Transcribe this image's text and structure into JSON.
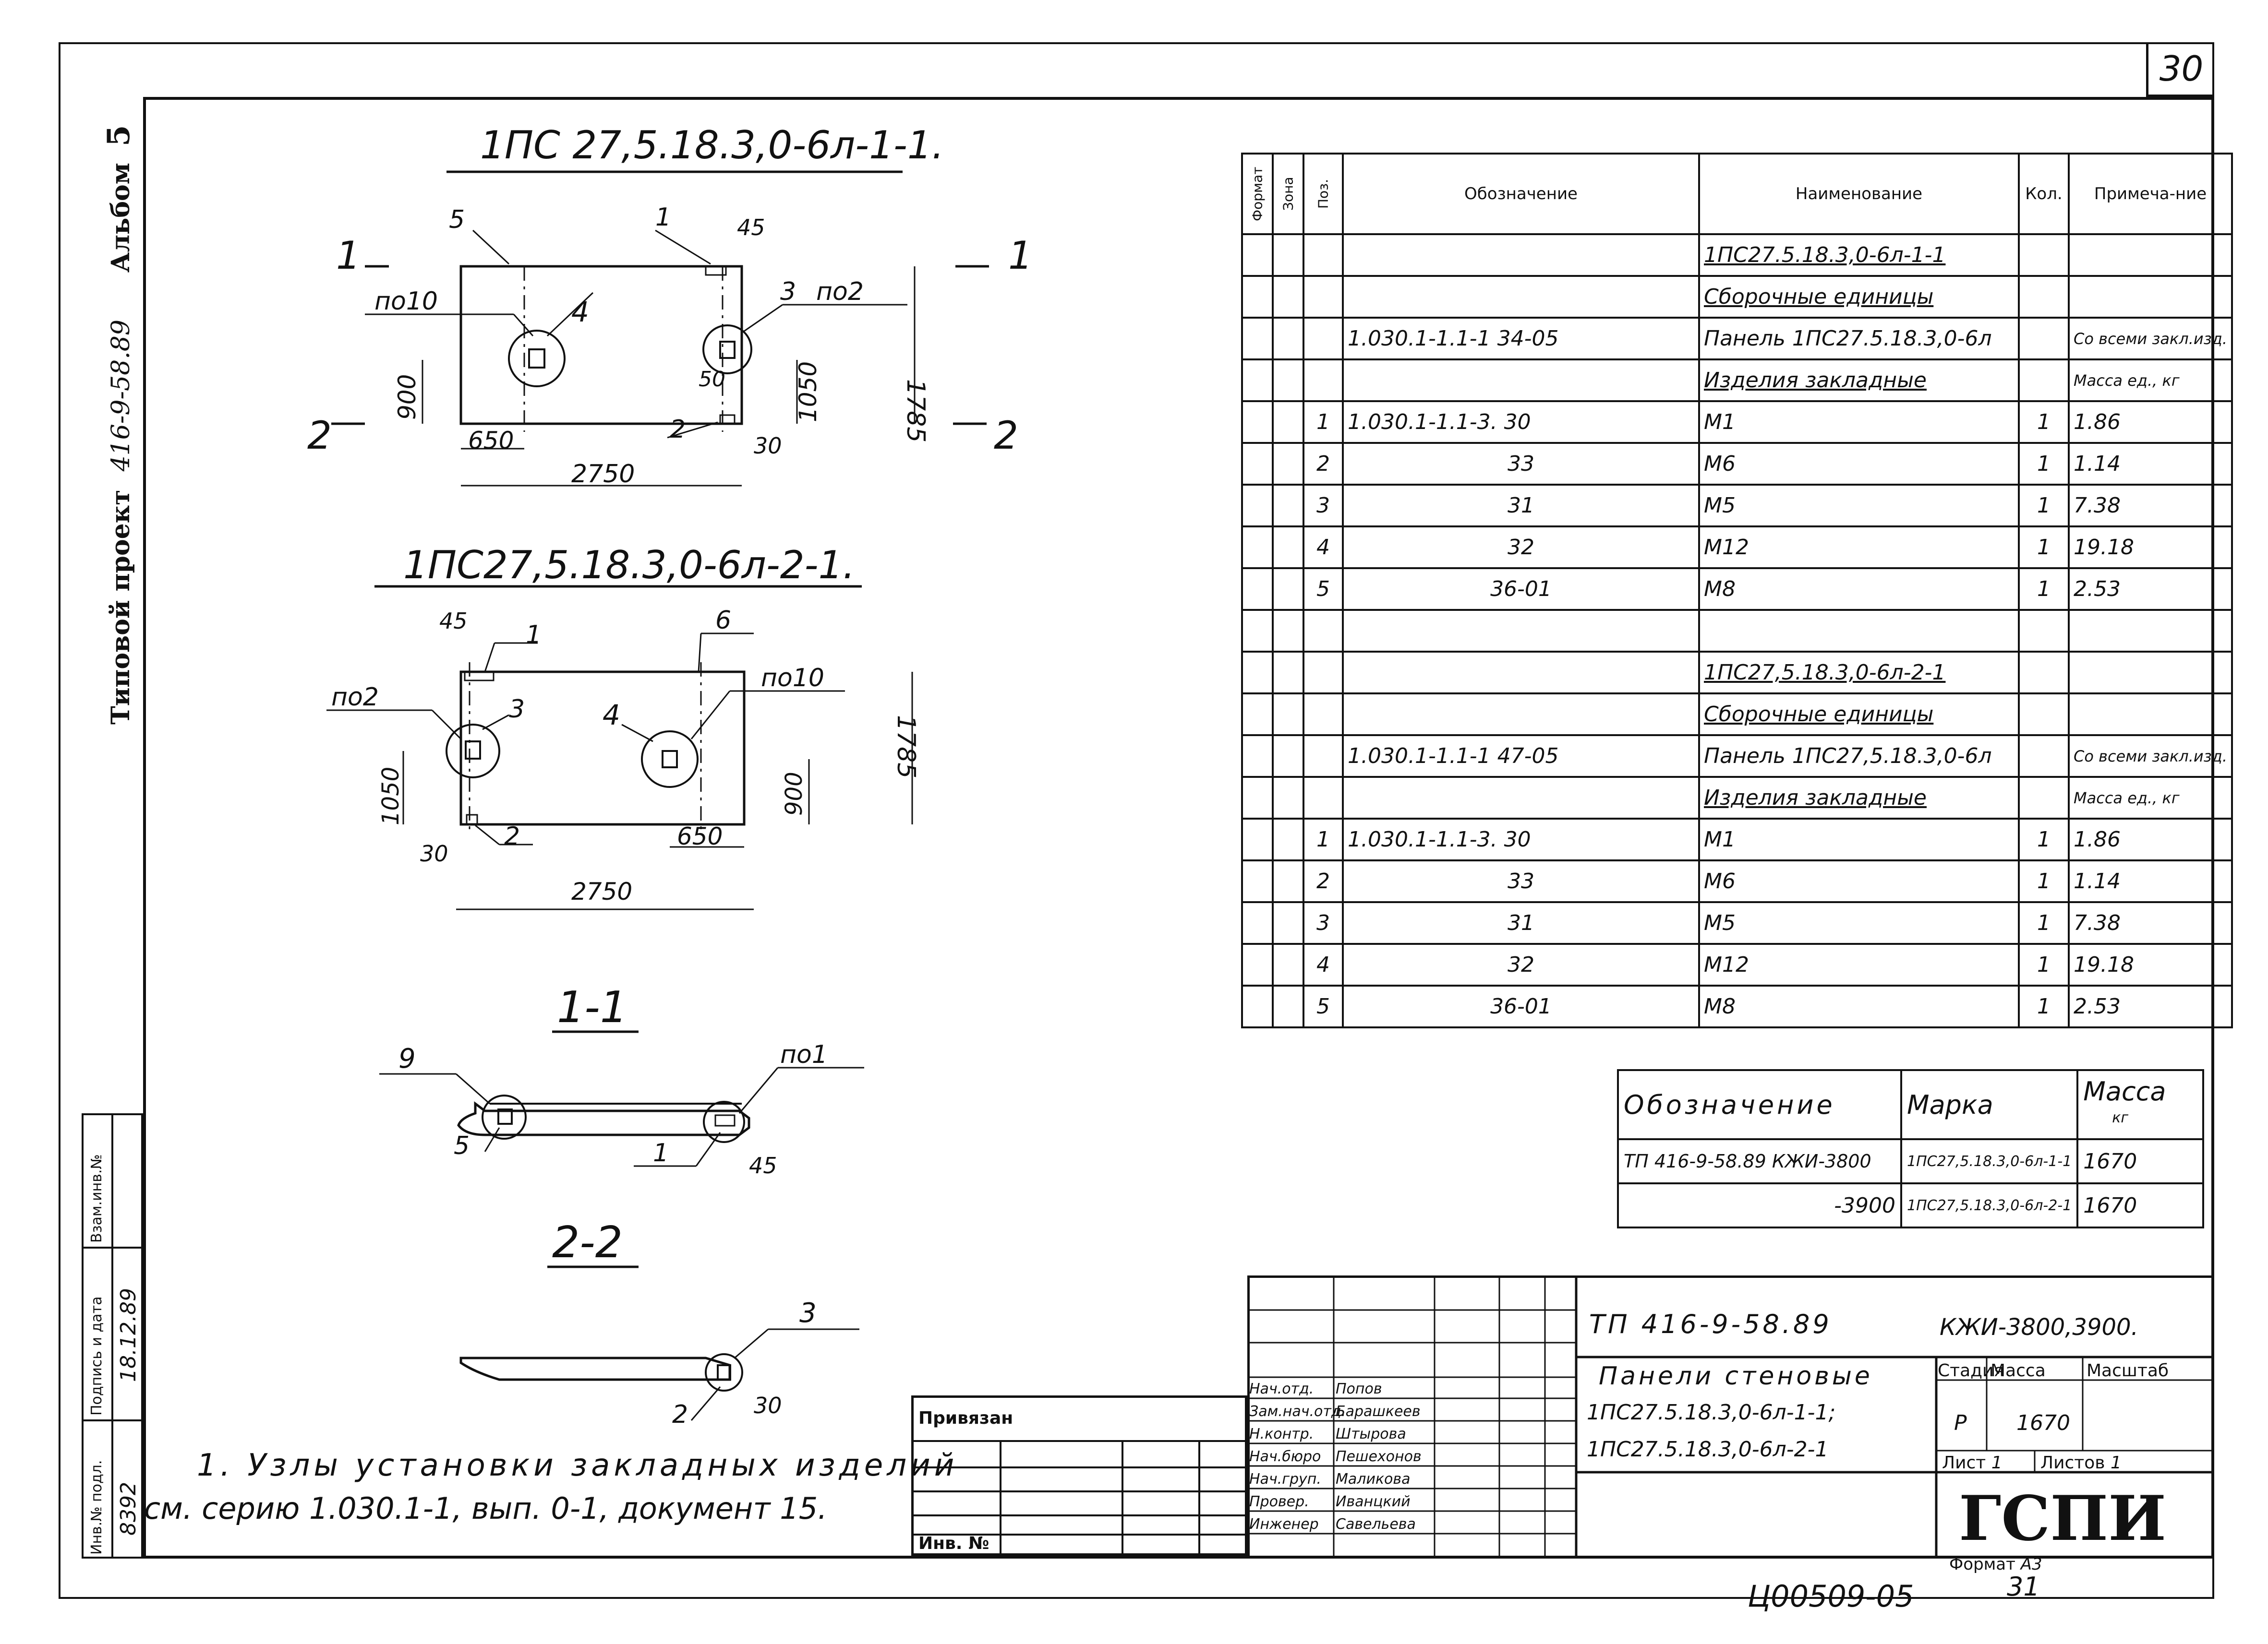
{
  "sheet_number": "30",
  "album": {
    "project_label": "Типовой проект",
    "project_code": "416-9-58.89",
    "album_label": "Альбом",
    "album_number": "5"
  },
  "views": {
    "view1_title": "1ПС 27,5.18.3,0-6л-1-1.",
    "view2_title": "1ПС27,5.18.3,0-6л-2-1.",
    "section1_title": "1-1",
    "section2_title": "2-2",
    "view1": {
      "section_marks": [
        "1",
        "1",
        "2",
        "2"
      ],
      "leaders": [
        "5",
        "1",
        "45",
        "по10",
        "4",
        "3",
        "по2",
        "50",
        "2",
        "30"
      ],
      "dims": [
        "900",
        "650",
        "2750",
        "1050",
        "1785"
      ]
    },
    "view2": {
      "leaders": [
        "45",
        "1",
        "6",
        "по2",
        "3",
        "4",
        "по10",
        "2",
        "30"
      ],
      "dims": [
        "1050",
        "900",
        "650",
        "2750",
        "1785"
      ]
    },
    "sec1": {
      "leaders": [
        "9",
        "по1",
        "5",
        "1",
        "45"
      ]
    },
    "sec2": {
      "leaders": [
        "3",
        "2",
        "30"
      ]
    }
  },
  "spec_table": {
    "headers": {
      "format": "Формат",
      "zone": "Зона",
      "pos": "Поз.",
      "designation": "Обозначение",
      "name": "Наименование",
      "qty": "Кол.",
      "note": "Примеча-ние"
    },
    "rows": [
      {
        "pos": "",
        "designation": "",
        "name": "1ПС27.5.18.3,0-6л-1-1",
        "qty": "",
        "note": "",
        "name_ul": true
      },
      {
        "pos": "",
        "designation": "",
        "name": "Сборочные единицы",
        "qty": "",
        "note": "",
        "name_ul": true
      },
      {
        "pos": "",
        "designation": "1.030.1-1.1-1 34-05",
        "name": "Панель 1ПС27.5.18.3,0-6л",
        "qty": "",
        "note": "Со всеми закл.изд."
      },
      {
        "pos": "",
        "designation": "",
        "name": "Изделия закладные",
        "qty": "",
        "note": "Масса ед., кг",
        "name_ul": true
      },
      {
        "pos": "1",
        "designation": "1.030.1-1.1-3. 30",
        "name": "М1",
        "qty": "1",
        "note": "1.86"
      },
      {
        "pos": "2",
        "designation": "33",
        "name": "М6",
        "qty": "1",
        "note": "1.14",
        "des_center": true
      },
      {
        "pos": "3",
        "designation": "31",
        "name": "М5",
        "qty": "1",
        "note": "7.38",
        "des_center": true
      },
      {
        "pos": "4",
        "designation": "32",
        "name": "М12",
        "qty": "1",
        "note": "19.18",
        "des_center": true
      },
      {
        "pos": "5",
        "designation": "36-01",
        "name": "М8",
        "qty": "1",
        "note": "2.53",
        "des_center": true
      },
      {
        "pos": "",
        "designation": "",
        "name": "",
        "qty": "",
        "note": ""
      },
      {
        "pos": "",
        "designation": "",
        "name": "1ПС27,5.18.3,0-6л-2-1",
        "qty": "",
        "note": "",
        "name_ul": true
      },
      {
        "pos": "",
        "designation": "",
        "name": "Сборочные единицы",
        "qty": "",
        "note": "",
        "name_ul": true
      },
      {
        "pos": "",
        "designation": "1.030.1-1.1-1 47-05",
        "name": "Панель 1ПС27,5.18.3,0-6л",
        "qty": "",
        "note": "Со всеми закл.изд."
      },
      {
        "pos": "",
        "designation": "",
        "name": "Изделия закладные",
        "qty": "",
        "note": "Масса ед., кг",
        "name_ul": true
      },
      {
        "pos": "1",
        "designation": "1.030.1-1.1-3. 30",
        "name": "М1",
        "qty": "1",
        "note": "1.86"
      },
      {
        "pos": "2",
        "designation": "33",
        "name": "М6",
        "qty": "1",
        "note": "1.14",
        "des_center": true
      },
      {
        "pos": "3",
        "designation": "31",
        "name": "М5",
        "qty": "1",
        "note": "7.38",
        "des_center": true
      },
      {
        "pos": "4",
        "designation": "32",
        "name": "М12",
        "qty": "1",
        "note": "19.18",
        "des_center": true
      },
      {
        "pos": "5",
        "designation": "36-01",
        "name": "М8",
        "qty": "1",
        "note": "2.53",
        "des_center": true
      }
    ]
  },
  "mark_table": {
    "headers": {
      "designation": "Обозначение",
      "mark": "Марка",
      "mass": "Масса",
      "mass_unit": "кг"
    },
    "rows": [
      {
        "designation": "ТП 416-9-58.89 КЖИ-3800",
        "mark": "1ПС27,5.18.3,0-6л-1-1",
        "mass": "1670"
      },
      {
        "designation": "-3900",
        "mark": "1ПС27,5.18.3,0-6л-2-1",
        "mass": "1670"
      }
    ]
  },
  "title_block": {
    "project": "ТП 416-9-58.89",
    "doc_code": "КЖИ-3800,3900.",
    "title_line1": "Панели стеновые",
    "title_line2": "1ПС27.5.18.3,0-6л-1-1;",
    "title_line3": "1ПС27.5.18.3,0-6л-2-1",
    "stage_label": "Стадия",
    "mass_label": "Масса",
    "scale_label": "Масштаб",
    "stage": "Р",
    "mass": "1670",
    "sheet_label": "Лист",
    "sheet": "1",
    "sheets_label": "Листов",
    "sheets": "1",
    "org": "ГСПИ",
    "roles": [
      {
        "role": "Нач.отд.",
        "name": "Попов"
      },
      {
        "role": "Зам.нач.отд.",
        "name": "Барашкеев"
      },
      {
        "role": "Н.контр.",
        "name": "Штырова"
      },
      {
        "role": "Нач.бюро",
        "name": "Пешехонов"
      },
      {
        "role": "Нач.груп.",
        "name": "Маликова"
      },
      {
        "role": "Провер.",
        "name": "Иванцкий"
      },
      {
        "role": "Инженер",
        "name": "Савельева"
      }
    ]
  },
  "privyazan": {
    "label": "Привязан",
    "inv_label": "Инв. №"
  },
  "side_strip": {
    "inv_podl_label": "Инв.№ подл.",
    "inv_podl_value": "8392",
    "sign_date_label": "Подпись и дата",
    "sign_date_value": "18.12.89",
    "vzam_label": "Взам.инв.№"
  },
  "note": {
    "line1": "1. Узлы установки закладных изделий",
    "line2": "см. серию 1.030.1-1, вып. 0-1, документ 15."
  },
  "footer": {
    "format_label": "Формат",
    "format_value": "А3",
    "stamp": "Ц00509-05",
    "page": "31"
  }
}
